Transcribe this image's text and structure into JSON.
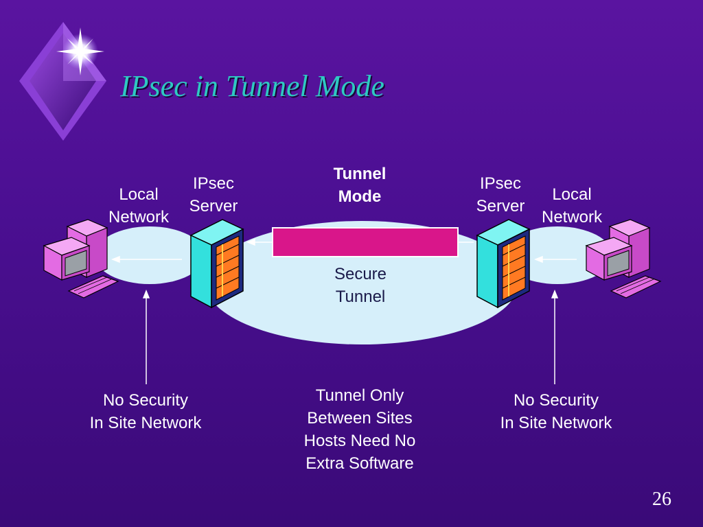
{
  "slide": {
    "title": "IPsec in Tunnel Mode",
    "number": "26"
  },
  "diagram": {
    "tunnel_mode": [
      "Tunnel",
      "Mode"
    ],
    "left_network": [
      "Local",
      "Network"
    ],
    "left_server": [
      "IPsec",
      "Server"
    ],
    "right_server": [
      "IPsec",
      "Server"
    ],
    "right_network": [
      "Local",
      "Network"
    ],
    "secure_tunnel": [
      "Secure",
      "Tunnel"
    ]
  },
  "notes": {
    "left": [
      "No Security",
      "In Site Network"
    ],
    "center": [
      "Tunnel Only",
      "Between Sites",
      "Hosts Need No",
      "Extra Software"
    ],
    "right": [
      "No Security",
      "In Site Network"
    ]
  },
  "colors": {
    "background": "#4b0f92",
    "title": "#2ec9c2",
    "tunnel_bar": "#d9168a",
    "cloud": "#d6effa",
    "server": "#33e0dd",
    "computer": "#e36be3"
  }
}
